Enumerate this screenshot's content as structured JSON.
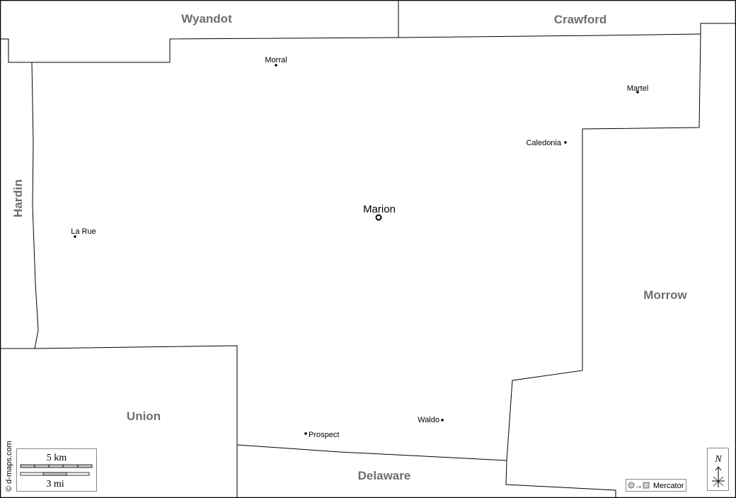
{
  "counties": {
    "wyandot": "Wyandot",
    "crawford": "Crawford",
    "hardin": "Hardin",
    "morrow": "Morrow",
    "union": "Union",
    "delaware": "Delaware"
  },
  "places": {
    "seat": "Marion",
    "morral": "Morral",
    "martel": "Martel",
    "caledonia": "Caledonia",
    "la_rue": "La Rue",
    "prospect": "Prospect",
    "waldo": "Waldo"
  },
  "scale": {
    "km": "5 km",
    "mi": "3 mi"
  },
  "projection": "Mercator",
  "north": "N",
  "credit": "© d-maps.com",
  "colors": {
    "label": "#6e6e6e",
    "line": "#000000",
    "scale_fill": "#c8c8c8"
  }
}
